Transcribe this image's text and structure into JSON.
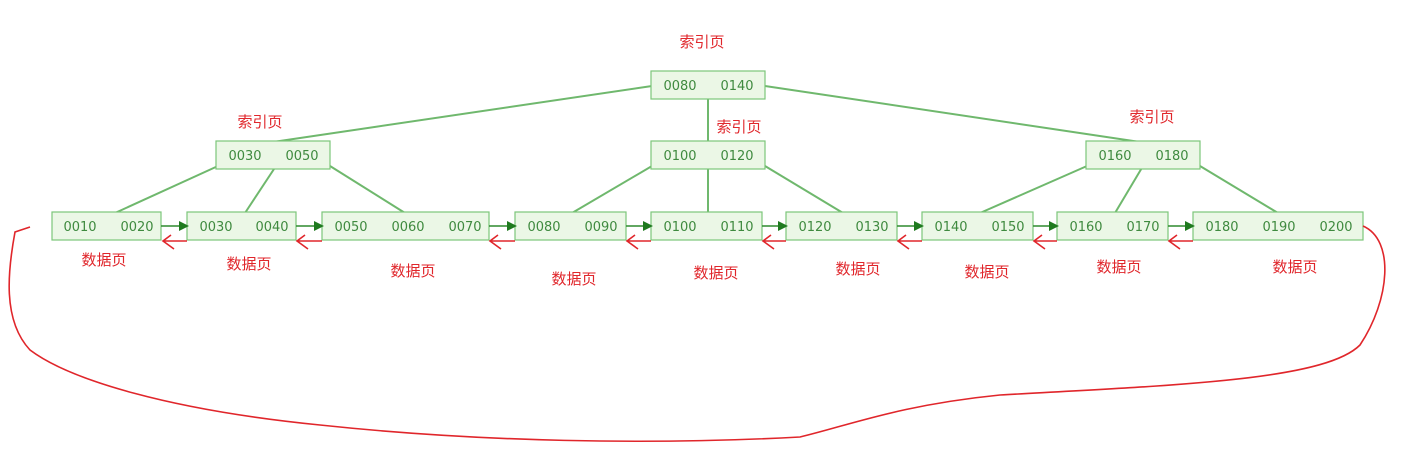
{
  "labels": {
    "index_page": "索引页",
    "data_page": "数据页"
  },
  "colors": {
    "node_fill": "#ebf7e6",
    "node_stroke": "#7cc67a",
    "key_text": "#3f8a3f",
    "edge": "#6fb86d",
    "next_pointer": "#2f8a2f",
    "label_text": "#e0262b",
    "prev_pointer": "#e0262b"
  },
  "tree": {
    "root": {
      "keys": [
        "0080",
        "0140"
      ]
    },
    "index_nodes": [
      {
        "keys": [
          "0030",
          "0050"
        ]
      },
      {
        "keys": [
          "0100",
          "0120"
        ]
      },
      {
        "keys": [
          "0160",
          "0180"
        ]
      }
    ],
    "data_pages": [
      {
        "keys": [
          "0010",
          "0020"
        ]
      },
      {
        "keys": [
          "0030",
          "0040"
        ]
      },
      {
        "keys": [
          "0050",
          "0060",
          "0070"
        ]
      },
      {
        "keys": [
          "0080",
          "0090"
        ]
      },
      {
        "keys": [
          "0100",
          "0110"
        ]
      },
      {
        "keys": [
          "0120",
          "0130"
        ]
      },
      {
        "keys": [
          "0140",
          "0150"
        ]
      },
      {
        "keys": [
          "0160",
          "0170"
        ]
      },
      {
        "keys": [
          "0180",
          "0190",
          "0200"
        ]
      }
    ]
  }
}
